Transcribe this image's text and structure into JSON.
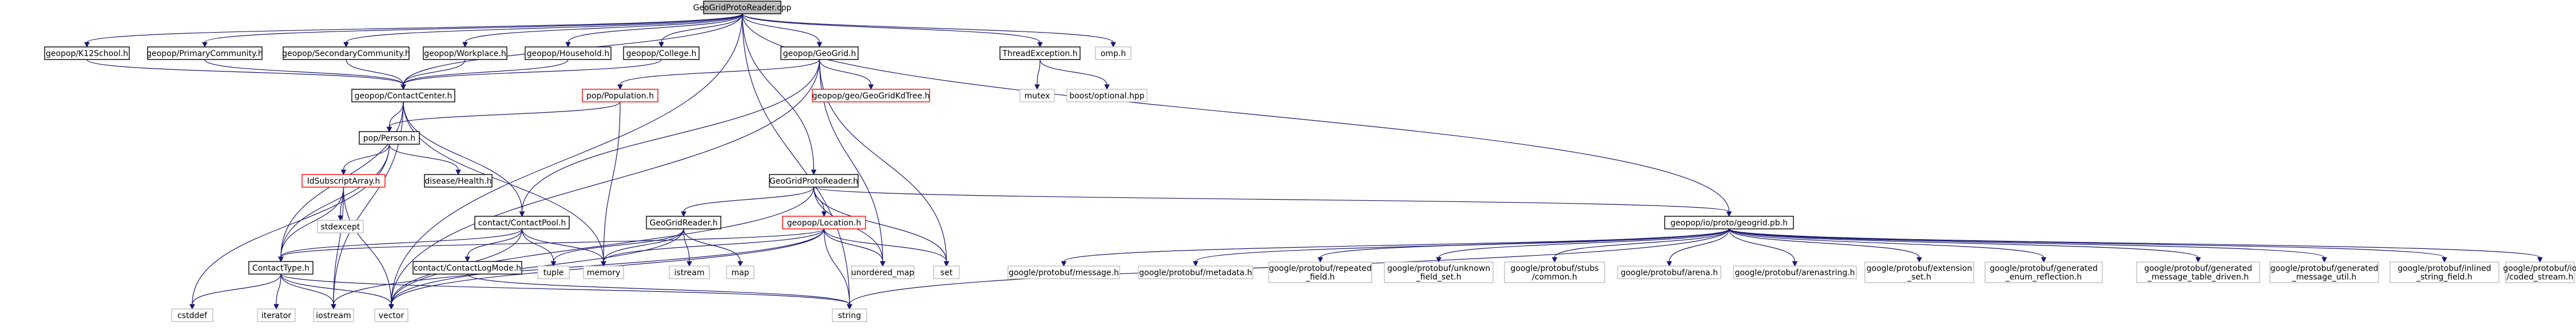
{
  "diagram": {
    "colors": {
      "node_border_default": "#000000",
      "node_border_missing": "#ff0000",
      "node_fill_root": "#bfbfbf",
      "node_border_system": "#bfbfbf",
      "edge": "#191970"
    },
    "nodes": [
      {
        "id": "root",
        "label": [
          "GeoGridProtoReader.cpp"
        ],
        "style": "root"
      },
      {
        "id": "k12",
        "label": [
          "geopop/K12School.h"
        ],
        "style": "default"
      },
      {
        "id": "primary",
        "label": [
          "geopop/PrimaryCommunity.h"
        ],
        "style": "default"
      },
      {
        "id": "secondary",
        "label": [
          "geopop/SecondaryCommunity.h"
        ],
        "style": "default"
      },
      {
        "id": "workplace",
        "label": [
          "geopop/Workplace.h"
        ],
        "style": "default"
      },
      {
        "id": "household",
        "label": [
          "geopop/Household.h"
        ],
        "style": "default"
      },
      {
        "id": "college",
        "label": [
          "geopop/College.h"
        ],
        "style": "default"
      },
      {
        "id": "geogrid",
        "label": [
          "geopop/GeoGrid.h"
        ],
        "style": "default"
      },
      {
        "id": "threadexc",
        "label": [
          "ThreadException.h"
        ],
        "style": "default"
      },
      {
        "id": "omp",
        "label": [
          "omp.h"
        ],
        "style": "system"
      },
      {
        "id": "contactcenter",
        "label": [
          "geopop/ContactCenter.h"
        ],
        "style": "default"
      },
      {
        "id": "population",
        "label": [
          "pop/Population.h"
        ],
        "style": "missing"
      },
      {
        "id": "kdtree",
        "label": [
          "geopop/geo/GeoGridKdTree.h"
        ],
        "style": "missing"
      },
      {
        "id": "mutex",
        "label": [
          "mutex"
        ],
        "style": "system"
      },
      {
        "id": "boostopt",
        "label": [
          "boost/optional.hpp"
        ],
        "style": "system"
      },
      {
        "id": "person",
        "label": [
          "pop/Person.h"
        ],
        "style": "default"
      },
      {
        "id": "idsub",
        "label": [
          "IdSubscriptArray.h"
        ],
        "style": "missing"
      },
      {
        "id": "health",
        "label": [
          "disease/Health.h"
        ],
        "style": "default"
      },
      {
        "id": "ggprotoreader",
        "label": [
          "GeoGridProtoReader.h"
        ],
        "style": "default"
      },
      {
        "id": "stdexcept",
        "label": [
          "stdexcept"
        ],
        "style": "system"
      },
      {
        "id": "contactpool",
        "label": [
          "contact/ContactPool.h"
        ],
        "style": "default"
      },
      {
        "id": "geogridreader",
        "label": [
          "GeoGridReader.h"
        ],
        "style": "default"
      },
      {
        "id": "location",
        "label": [
          "geopop/Location.h"
        ],
        "style": "missing"
      },
      {
        "id": "pb",
        "label": [
          "geopop/io/proto/geogrid.pb.h"
        ],
        "style": "default"
      },
      {
        "id": "contacttype",
        "label": [
          "ContactType.h"
        ],
        "style": "default"
      },
      {
        "id": "logmode",
        "label": [
          "contact/ContactLogMode.h"
        ],
        "style": "default"
      },
      {
        "id": "tuple",
        "label": [
          "tuple"
        ],
        "style": "system"
      },
      {
        "id": "memory",
        "label": [
          "memory"
        ],
        "style": "system"
      },
      {
        "id": "istream",
        "label": [
          "istream"
        ],
        "style": "system"
      },
      {
        "id": "map",
        "label": [
          "map"
        ],
        "style": "system"
      },
      {
        "id": "unordered_map",
        "label": [
          "unordered_map"
        ],
        "style": "system"
      },
      {
        "id": "set",
        "label": [
          "set"
        ],
        "style": "system"
      },
      {
        "id": "gp_message",
        "label": [
          "google/protobuf/message.h"
        ],
        "style": "system"
      },
      {
        "id": "gp_metadata",
        "label": [
          "google/protobuf/metadata.h"
        ],
        "style": "system"
      },
      {
        "id": "gp_repeated",
        "label": [
          "google/protobuf/repeated",
          "_field.h"
        ],
        "style": "system"
      },
      {
        "id": "gp_unknown",
        "label": [
          "google/protobuf/unknown",
          "_field_set.h"
        ],
        "style": "system"
      },
      {
        "id": "gp_stubs",
        "label": [
          "google/protobuf/stubs",
          "/common.h"
        ],
        "style": "system"
      },
      {
        "id": "gp_arena",
        "label": [
          "google/protobuf/arena.h"
        ],
        "style": "system"
      },
      {
        "id": "gp_arenastring",
        "label": [
          "google/protobuf/arenastring.h"
        ],
        "style": "system"
      },
      {
        "id": "gp_extension",
        "label": [
          "google/protobuf/extension",
          "_set.h"
        ],
        "style": "system"
      },
      {
        "id": "gp_genenum",
        "label": [
          "google/protobuf/generated",
          "_enum_reflection.h"
        ],
        "style": "system"
      },
      {
        "id": "gp_genmsgtable",
        "label": [
          "google/protobuf/generated",
          "_message_table_driven.h"
        ],
        "style": "system"
      },
      {
        "id": "gp_genmsgutil",
        "label": [
          "google/protobuf/generated",
          "_message_util.h"
        ],
        "style": "system"
      },
      {
        "id": "gp_inlined",
        "label": [
          "google/protobuf/inlined",
          "_string_field.h"
        ],
        "style": "system"
      },
      {
        "id": "gp_coded",
        "label": [
          "google/protobuf/io",
          "/coded_stream.h"
        ],
        "style": "system"
      },
      {
        "id": "cstddef",
        "label": [
          "cstddef"
        ],
        "style": "system"
      },
      {
        "id": "iterator",
        "label": [
          "iterator"
        ],
        "style": "system"
      },
      {
        "id": "iostream",
        "label": [
          "iostream"
        ],
        "style": "system"
      },
      {
        "id": "vector",
        "label": [
          "vector"
        ],
        "style": "system"
      },
      {
        "id": "string",
        "label": [
          "string"
        ],
        "style": "system"
      }
    ],
    "edges": [
      [
        "root",
        "k12"
      ],
      [
        "root",
        "primary"
      ],
      [
        "root",
        "secondary"
      ],
      [
        "root",
        "workplace"
      ],
      [
        "root",
        "household"
      ],
      [
        "root",
        "college"
      ],
      [
        "root",
        "geogrid"
      ],
      [
        "root",
        "threadexc"
      ],
      [
        "root",
        "omp"
      ],
      [
        "root",
        "ggprotoreader"
      ],
      [
        "root",
        "pb"
      ],
      [
        "root",
        "vector"
      ],
      [
        "root",
        "string"
      ],
      [
        "root",
        "contactcenter"
      ],
      [
        "k12",
        "contactcenter"
      ],
      [
        "primary",
        "contactcenter"
      ],
      [
        "secondary",
        "contactcenter"
      ],
      [
        "workplace",
        "contactcenter"
      ],
      [
        "household",
        "contactcenter"
      ],
      [
        "college",
        "contactcenter"
      ],
      [
        "contactcenter",
        "person"
      ],
      [
        "contactcenter",
        "contactpool"
      ],
      [
        "contactcenter",
        "contacttype"
      ],
      [
        "contactcenter",
        "memory"
      ],
      [
        "contactcenter",
        "iostream"
      ],
      [
        "geogrid",
        "population"
      ],
      [
        "geogrid",
        "kdtree"
      ],
      [
        "geogrid",
        "contactpool"
      ],
      [
        "geogrid",
        "set"
      ],
      [
        "geogrid",
        "unordered_map"
      ],
      [
        "geogrid",
        "vector"
      ],
      [
        "threadexc",
        "mutex"
      ],
      [
        "threadexc",
        "boostopt"
      ],
      [
        "population",
        "person"
      ],
      [
        "population",
        "memory"
      ],
      [
        "person",
        "idsub"
      ],
      [
        "person",
        "health"
      ],
      [
        "person",
        "contacttype"
      ],
      [
        "person",
        "cstddef"
      ],
      [
        "idsub",
        "contacttype"
      ],
      [
        "idsub",
        "stdexcept"
      ],
      [
        "idsub",
        "vector"
      ],
      [
        "idsub",
        "iostream"
      ],
      [
        "contactpool",
        "contacttype"
      ],
      [
        "contactpool",
        "logmode"
      ],
      [
        "contactpool",
        "tuple"
      ],
      [
        "contactpool",
        "memory"
      ],
      [
        "contactpool",
        "vector"
      ],
      [
        "ggprotoreader",
        "geogridreader"
      ],
      [
        "ggprotoreader",
        "location"
      ],
      [
        "ggprotoreader",
        "pb"
      ],
      [
        "ggprotoreader",
        "set"
      ],
      [
        "ggprotoreader",
        "unordered_map"
      ],
      [
        "ggprotoreader",
        "vector"
      ],
      [
        "geogridreader",
        "memory"
      ],
      [
        "geogridreader",
        "istream"
      ],
      [
        "geogridreader",
        "map"
      ],
      [
        "geogridreader",
        "vector"
      ],
      [
        "geogridreader",
        "tuple"
      ],
      [
        "location",
        "contacttype"
      ],
      [
        "location",
        "memory"
      ],
      [
        "location",
        "set"
      ],
      [
        "location",
        "unordered_map"
      ],
      [
        "location",
        "string"
      ],
      [
        "location",
        "vector"
      ],
      [
        "location",
        "iostream"
      ],
      [
        "pb",
        "gp_message"
      ],
      [
        "pb",
        "gp_metadata"
      ],
      [
        "pb",
        "gp_repeated"
      ],
      [
        "pb",
        "gp_unknown"
      ],
      [
        "pb",
        "gp_stubs"
      ],
      [
        "pb",
        "gp_arena"
      ],
      [
        "pb",
        "gp_arenastring"
      ],
      [
        "pb",
        "gp_extension"
      ],
      [
        "pb",
        "gp_genenum"
      ],
      [
        "pb",
        "gp_genmsgtable"
      ],
      [
        "pb",
        "gp_genmsgutil"
      ],
      [
        "pb",
        "gp_inlined"
      ],
      [
        "pb",
        "gp_coded"
      ],
      [
        "pb",
        "string"
      ],
      [
        "contacttype",
        "cstddef"
      ],
      [
        "contacttype",
        "iterator"
      ],
      [
        "contacttype",
        "iostream"
      ],
      [
        "contacttype",
        "vector"
      ],
      [
        "contacttype",
        "string"
      ],
      [
        "logmode",
        "string"
      ]
    ]
  }
}
